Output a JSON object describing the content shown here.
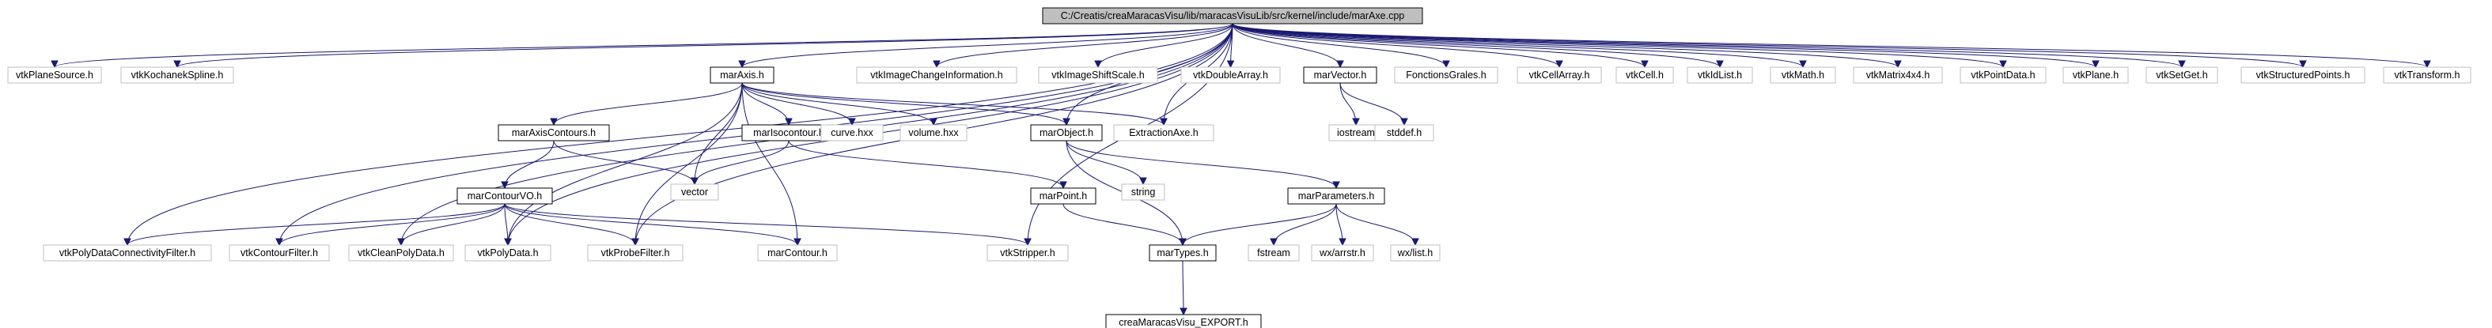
{
  "diagram": {
    "root": "C:/Creatis/creaMaracasVisu/lib/maracasVisuLib/src/kernel/include/marAxe.cpp",
    "colors": {
      "edge": "#191970",
      "root_fill": "#bfbfbf",
      "documented_border": "#000000",
      "system_border": "#bfbfbf"
    },
    "nodes": [
      {
        "id": "root",
        "label": "C:/Creatis/creaMaracasVisu/lib/maracasVisuLib/src/kernel/include/marAxe.cpp",
        "kind": "root"
      },
      {
        "id": "n_vtkPlaneSource",
        "label": "vtkPlaneSource.h",
        "kind": "system"
      },
      {
        "id": "n_vtkKochanekSpline",
        "label": "vtkKochanekSpline.h",
        "kind": "system"
      },
      {
        "id": "n_marAxis",
        "label": "marAxis.h",
        "kind": "documented"
      },
      {
        "id": "n_vtkImageChangeInformation",
        "label": "vtkImageChangeInformation.h",
        "kind": "system"
      },
      {
        "id": "n_vtkImageShiftScale",
        "label": "vtkImageShiftScale.h",
        "kind": "system"
      },
      {
        "id": "n_vtkDoubleArray",
        "label": "vtkDoubleArray.h",
        "kind": "system"
      },
      {
        "id": "n_marVector",
        "label": "marVector.h",
        "kind": "documented"
      },
      {
        "id": "n_FonctionsGrales",
        "label": "FonctionsGrales.h",
        "kind": "system"
      },
      {
        "id": "n_vtkCellArray",
        "label": "vtkCellArray.h",
        "kind": "system"
      },
      {
        "id": "n_vtkCell",
        "label": "vtkCell.h",
        "kind": "system"
      },
      {
        "id": "n_vtkIdList",
        "label": "vtkIdList.h",
        "kind": "system"
      },
      {
        "id": "n_vtkMath",
        "label": "vtkMath.h",
        "kind": "system"
      },
      {
        "id": "n_vtkMatrix4x4",
        "label": "vtkMatrix4x4.h",
        "kind": "system"
      },
      {
        "id": "n_vtkPointData",
        "label": "vtkPointData.h",
        "kind": "system"
      },
      {
        "id": "n_vtkPlane",
        "label": "vtkPlane.h",
        "kind": "system"
      },
      {
        "id": "n_vtkSetGet",
        "label": "vtkSetGet.h",
        "kind": "system"
      },
      {
        "id": "n_vtkStructuredPoints",
        "label": "vtkStructuredPoints.h",
        "kind": "system"
      },
      {
        "id": "n_vtkTransform",
        "label": "vtkTransform.h",
        "kind": "system"
      },
      {
        "id": "n_marAxisContours",
        "label": "marAxisContours.h",
        "kind": "documented"
      },
      {
        "id": "n_marIsocontour",
        "label": "marIsocontour.h",
        "kind": "documented"
      },
      {
        "id": "n_curve",
        "label": "curve.hxx",
        "kind": "system"
      },
      {
        "id": "n_volume",
        "label": "volume.hxx",
        "kind": "system"
      },
      {
        "id": "n_marObject",
        "label": "marObject.h",
        "kind": "documented"
      },
      {
        "id": "n_ExtractionAxe",
        "label": "ExtractionAxe.h",
        "kind": "system"
      },
      {
        "id": "n_iostream",
        "label": "iostream",
        "kind": "system"
      },
      {
        "id": "n_stddef",
        "label": "stddef.h",
        "kind": "system"
      },
      {
        "id": "n_vector",
        "label": "vector",
        "kind": "system"
      },
      {
        "id": "n_string",
        "label": "string",
        "kind": "system"
      },
      {
        "id": "n_marContourVO",
        "label": "marContourVO.h",
        "kind": "documented"
      },
      {
        "id": "n_marPoint",
        "label": "marPoint.h",
        "kind": "documented"
      },
      {
        "id": "n_marParameters",
        "label": "marParameters.h",
        "kind": "documented"
      },
      {
        "id": "n_vtkPolyDataConnectivityFilter",
        "label": "vtkPolyDataConnectivityFilter.h",
        "kind": "system"
      },
      {
        "id": "n_vtkContourFilter",
        "label": "vtkContourFilter.h",
        "kind": "system"
      },
      {
        "id": "n_vtkCleanPolyData",
        "label": "vtkCleanPolyData.h",
        "kind": "system"
      },
      {
        "id": "n_vtkPolyData",
        "label": "vtkPolyData.h",
        "kind": "system"
      },
      {
        "id": "n_vtkProbeFilter",
        "label": "vtkProbeFilter.h",
        "kind": "system"
      },
      {
        "id": "n_marContour",
        "label": "marContour.h",
        "kind": "system"
      },
      {
        "id": "n_vtkStripper",
        "label": "vtkStripper.h",
        "kind": "system"
      },
      {
        "id": "n_marTypes",
        "label": "marTypes.h",
        "kind": "documented"
      },
      {
        "id": "n_fstream",
        "label": "fstream",
        "kind": "system"
      },
      {
        "id": "n_wxarrstr",
        "label": "wx/arrstr.h",
        "kind": "system"
      },
      {
        "id": "n_wxlist",
        "label": "wx/list.h",
        "kind": "system"
      },
      {
        "id": "n_creaExport",
        "label": "creaMaracasVisu_EXPORT.h",
        "kind": "documented"
      }
    ],
    "edges": [
      [
        "root",
        "n_vtkPlaneSource"
      ],
      [
        "root",
        "n_vtkKochanekSpline"
      ],
      [
        "root",
        "n_marAxis"
      ],
      [
        "root",
        "n_vtkImageChangeInformation"
      ],
      [
        "root",
        "n_vtkImageShiftScale"
      ],
      [
        "root",
        "n_vtkDoubleArray"
      ],
      [
        "root",
        "n_marVector"
      ],
      [
        "root",
        "n_FonctionsGrales"
      ],
      [
        "root",
        "n_vtkCellArray"
      ],
      [
        "root",
        "n_vtkCell"
      ],
      [
        "root",
        "n_vtkIdList"
      ],
      [
        "root",
        "n_vtkMath"
      ],
      [
        "root",
        "n_vtkMatrix4x4"
      ],
      [
        "root",
        "n_vtkPointData"
      ],
      [
        "root",
        "n_vtkPlane"
      ],
      [
        "root",
        "n_vtkSetGet"
      ],
      [
        "root",
        "n_vtkStructuredPoints"
      ],
      [
        "root",
        "n_vtkTransform"
      ],
      [
        "root",
        "n_ExtractionAxe"
      ],
      [
        "root",
        "n_marObject"
      ],
      [
        "root",
        "n_vtkStripper"
      ],
      [
        "root",
        "n_vtkPolyDataConnectivityFilter"
      ],
      [
        "root",
        "n_vtkContourFilter"
      ],
      [
        "root",
        "n_vtkCleanPolyData"
      ],
      [
        "root",
        "n_vtkPolyData"
      ],
      [
        "root",
        "n_vtkProbeFilter"
      ],
      [
        "n_marAxis",
        "n_marAxisContours"
      ],
      [
        "n_marAxis",
        "n_marIsocontour"
      ],
      [
        "n_marAxis",
        "n_curve"
      ],
      [
        "n_marAxis",
        "n_volume"
      ],
      [
        "n_marAxis",
        "n_marObject"
      ],
      [
        "n_marAxis",
        "n_ExtractionAxe"
      ],
      [
        "n_marAxis",
        "n_vector"
      ],
      [
        "n_marAxis",
        "n_vtkPolyData"
      ],
      [
        "n_marAxis",
        "n_vtkProbeFilter"
      ],
      [
        "n_marAxis",
        "n_marContour"
      ],
      [
        "n_marVector",
        "n_iostream"
      ],
      [
        "n_marVector",
        "n_stddef"
      ],
      [
        "n_marAxisContours",
        "n_marContourVO"
      ],
      [
        "n_marAxisContours",
        "n_vector"
      ],
      [
        "n_marIsocontour",
        "n_vector"
      ],
      [
        "n_marIsocontour",
        "n_marPoint"
      ],
      [
        "n_marObject",
        "n_string"
      ],
      [
        "n_marObject",
        "n_marParameters"
      ],
      [
        "n_marObject",
        "n_marTypes"
      ],
      [
        "n_marContourVO",
        "n_vtkPolyDataConnectivityFilter"
      ],
      [
        "n_marContourVO",
        "n_vtkContourFilter"
      ],
      [
        "n_marContourVO",
        "n_vtkCleanPolyData"
      ],
      [
        "n_marContourVO",
        "n_vtkPolyData"
      ],
      [
        "n_marContourVO",
        "n_vtkProbeFilter"
      ],
      [
        "n_marContourVO",
        "n_marContour"
      ],
      [
        "n_marContourVO",
        "n_vtkStripper"
      ],
      [
        "n_marPoint",
        "n_marTypes"
      ],
      [
        "n_marParameters",
        "n_marTypes"
      ],
      [
        "n_marParameters",
        "n_fstream"
      ],
      [
        "n_marParameters",
        "n_wxarrstr"
      ],
      [
        "n_marParameters",
        "n_wxlist"
      ],
      [
        "n_marTypes",
        "n_creaExport"
      ]
    ]
  }
}
